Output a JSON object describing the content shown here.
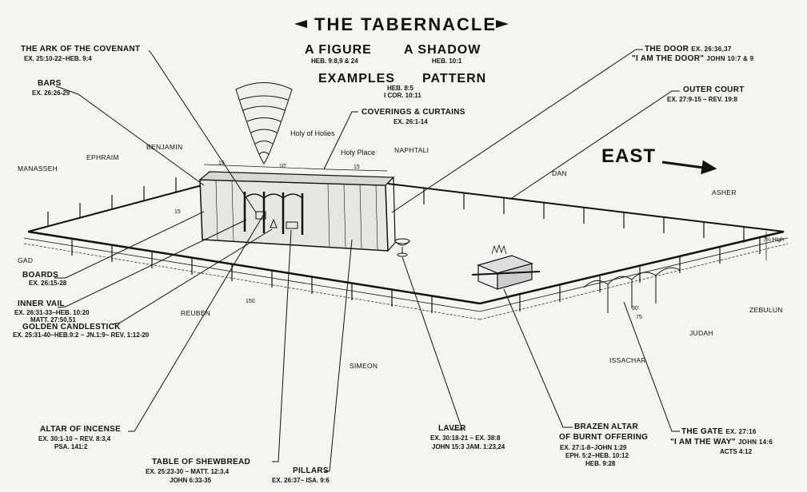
{
  "title": "THE TABERNACLE",
  "header": {
    "figure": "A FIGURE",
    "figure_ref": "HEB. 9:8,9 & 24",
    "shadow": "A SHADOW",
    "shadow_ref": "HEB. 10:1",
    "examples": "EXAMPLES",
    "pattern": "PATTERN",
    "pattern_ref1": "HEB. 8:5",
    "pattern_ref2": "I COR. 10:11"
  },
  "direction": "EAST",
  "rooms": {
    "holy_of_holies": "Holy of Holies",
    "holy_place": "Holy Place"
  },
  "tribes": {
    "manasseh": "MANASSEH",
    "ephraim": "EPHRAIM",
    "benjamin": "BENJAMIN",
    "naphtali": "NAPHTALI",
    "dan": "DAN",
    "asher": "ASHER",
    "gad": "GAD",
    "reuben": "REUBEN",
    "simeon": "SIMEON",
    "issachar": "ISSACHAR",
    "judah": "JUDAH",
    "zebulun": "ZEBULUN"
  },
  "dimensions": {
    "d15a": "15",
    "d10": "10'",
    "d15b": "15",
    "d15c": "15",
    "d150": "150",
    "d30": "30'",
    "d75": "75",
    "height": "7½ High"
  },
  "labels": {
    "ark": {
      "name": "THE ARK OF THE COVENANT",
      "ref": "EX. 25:10-22~HEB. 9:4"
    },
    "bars": {
      "name": "BARS",
      "ref": "EX. 26:26-29"
    },
    "coverings": {
      "name": "COVERINGS & CURTAINS",
      "ref": "EX. 26:1-14"
    },
    "door": {
      "name": "THE DOOR",
      "ref": "EX. 26:36,37",
      "quote": "\"I AM THE DOOR\"",
      "quote_ref": "JOHN 10:7 & 9"
    },
    "outer_court": {
      "name": "OUTER COURT",
      "ref": "EX. 27:9-15 ~ REV. 19:8"
    },
    "boards": {
      "name": "BOARDS",
      "ref": "EX. 26:15-28"
    },
    "inner_vail": {
      "name": "INNER VAIL",
      "ref": "EX. 26:31-33~HEB. 10:20",
      "ref2": "MATT. 27:50,51"
    },
    "candlestick": {
      "name": "GOLDEN CANDLESTICK",
      "ref": "EX. 25:31-40~HEB.9:2 ~ JN.1:9~ REV. 1:12-20"
    },
    "incense": {
      "name": "ALTAR OF INCENSE",
      "ref": "EX. 30:1-10 ~ REV. 8:3,4",
      "ref2": "PSA. 141:2"
    },
    "shewbread": {
      "name": "TABLE OF SHEWBREAD",
      "ref": "EX. 25:23-30 ~ MATT. 12:3,4",
      "ref2": "JOHN 6:33-35"
    },
    "pillars": {
      "name": "PILLARS",
      "ref": "EX. 26:37~ ISA. 9:6"
    },
    "laver": {
      "name": "LAVER",
      "ref": "EX. 30:18-21 ~ EX. 38:8",
      "ref2": "JOHN 15:3  JAM. 1:23,24"
    },
    "altar": {
      "name": "BRAZEN ALTAR",
      "name2": "OF BURNT OFFERING",
      "ref": "EX. 27:1-8~JOHN 1:29",
      "ref2": "EPH. 5:2~HEB. 10:12",
      "ref3": "HEB. 9:28"
    },
    "gate": {
      "name": "THE GATE",
      "ref": "EX. 27:16",
      "quote": "\"I AM THE WAY\"",
      "quote_ref": "JOHN 14:6",
      "ref2": "ACTS 4:12"
    }
  }
}
